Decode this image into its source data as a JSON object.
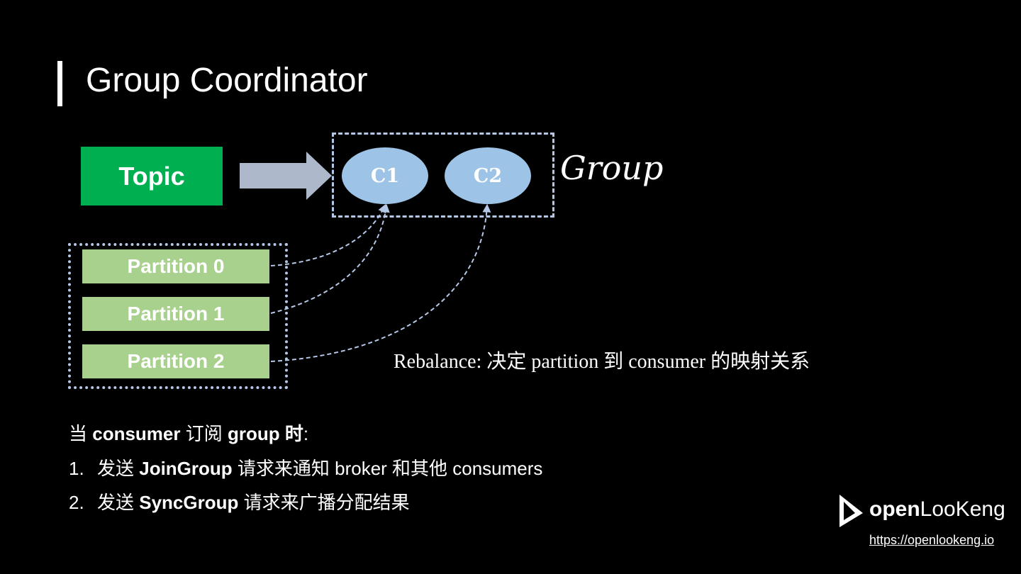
{
  "slide": {
    "title": "Group Coordinator"
  },
  "diagram": {
    "topic_label": "Topic",
    "group_label": "Group",
    "consumers": [
      "C1",
      "C2"
    ],
    "partitions": [
      "Partition 0",
      "Partition 1",
      "Partition 2"
    ],
    "rebalance_note": "Rebalance: 决定 partition 到 consumer 的映射关系",
    "colors": {
      "topic": "#00b050",
      "partition": "#a9d18e",
      "consumer": "#9dc3e6",
      "dashed_border": "#b4c7e7",
      "arrow": "#b4c7e7"
    }
  },
  "description": {
    "intro_pre": "当 ",
    "intro_bold1": "consumer",
    "intro_mid": " 订阅 ",
    "intro_bold2": "group 时",
    "intro_post": ":",
    "step1_num": "1.",
    "step1_pre": "发送 ",
    "step1_bold": "JoinGroup",
    "step1_post": " 请求来通知 broker 和其他 consumers",
    "step2_num": "2.",
    "step2_pre": "发送 ",
    "step2_bold": "SyncGroup",
    "step2_post": " 请求来广播分配结果"
  },
  "brand": {
    "logo_icon": "openlookeng-logo-icon",
    "logo_bold": "open",
    "logo_rest": "LooKeng",
    "url": "https://openlookeng.io"
  }
}
